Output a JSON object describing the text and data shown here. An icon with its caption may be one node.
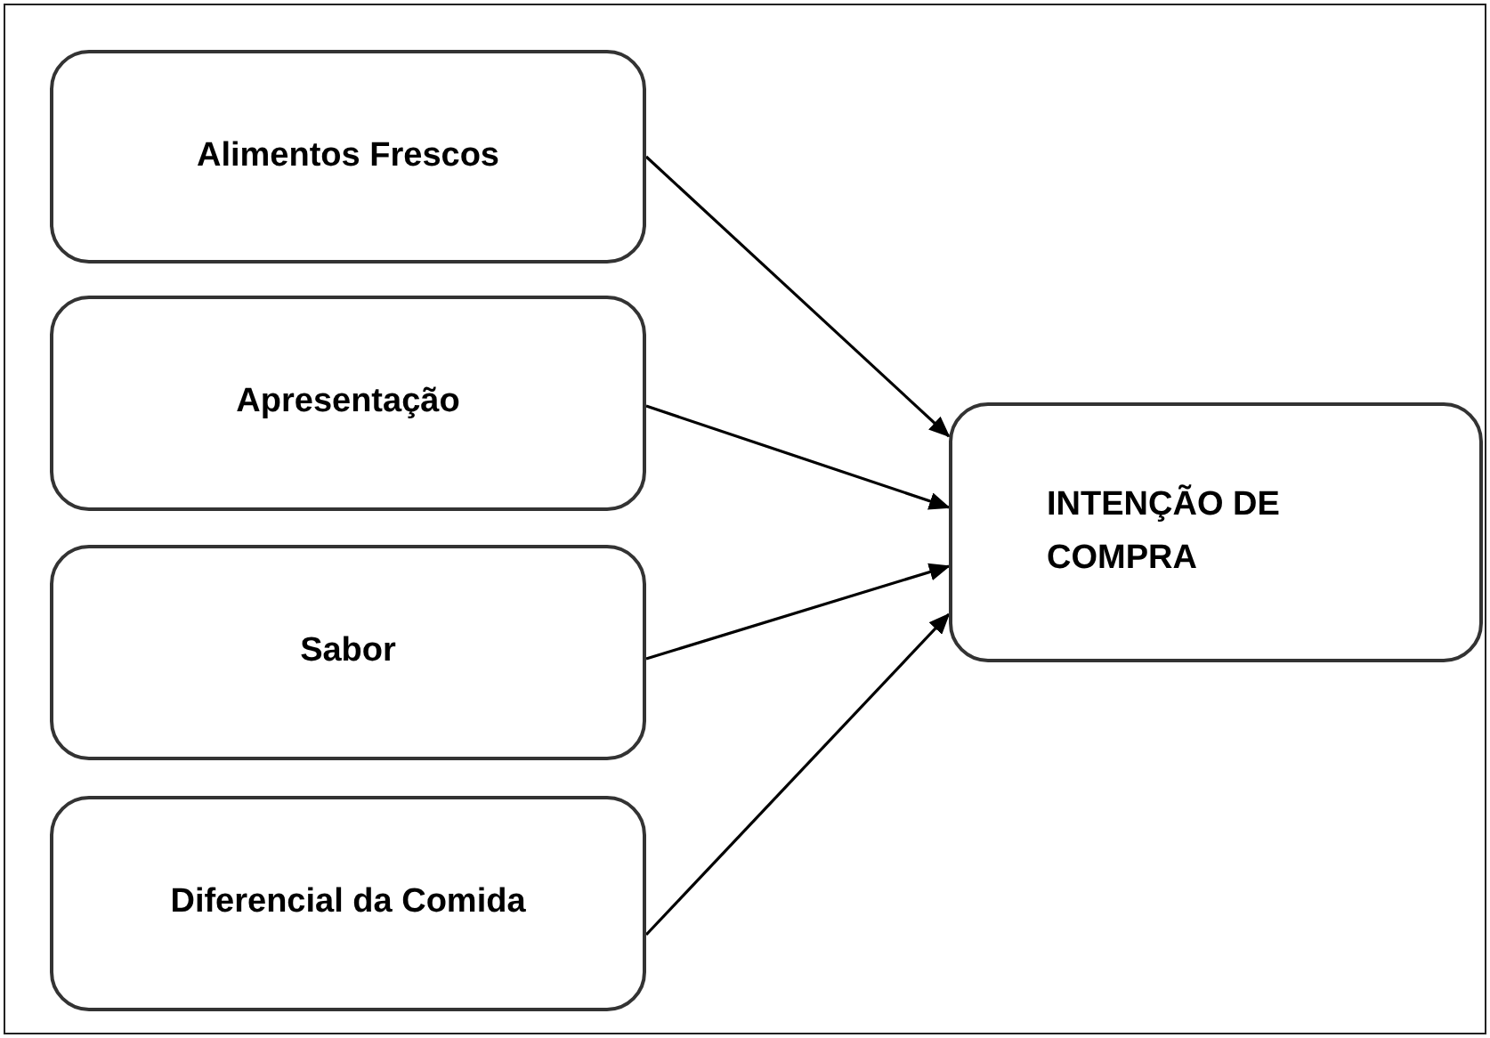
{
  "diagram": {
    "nodes": [
      {
        "text": [
          "Alimentos Frescos"
        ]
      },
      {
        "text": [
          "Apresentação"
        ]
      },
      {
        "text": [
          "Sabor"
        ]
      },
      {
        "text": [
          "Diferencial da Comida"
        ]
      },
      {
        "text": [
          "INTENÇÃO DE COMPRA"
        ]
      }
    ],
    "edges": [
      {
        "from": 0,
        "to": 4,
        "arrow": "to"
      },
      {
        "from": 1,
        "to": 4,
        "arrow": "to"
      },
      {
        "from": 2,
        "to": 4,
        "arrow": "to"
      },
      {
        "from": 3,
        "to": 4,
        "arrow": "to"
      }
    ]
  }
}
